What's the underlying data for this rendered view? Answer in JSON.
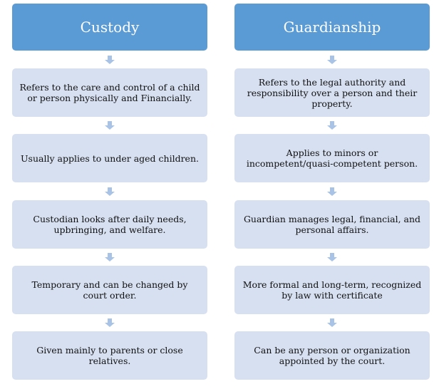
{
  "columns": [
    {
      "title": "Custody",
      "items": [
        "Refers to the care and control of a child or person physically and Financially.",
        "Usually applies to under aged children.",
        "Custodian looks after daily needs, upbringing, and welfare.",
        "Temporary and can be changed by court order.",
        "Given mainly to parents or close relatives."
      ]
    },
    {
      "title": "Guardianship",
      "items": [
        "Refers to the legal authority and responsibility over a person and their property.",
        "Applies to minors or incompetent/quasi-competent person.",
        "Guardian manages legal, financial, and personal affairs.",
        "More formal and long-term, recognized by law with certificate",
        "Can be any person or organization appointed by the court."
      ]
    }
  ],
  "colors": {
    "header": "#5b9bd5",
    "box": "#d6e0f0",
    "arrow": "#a9c3e6"
  }
}
